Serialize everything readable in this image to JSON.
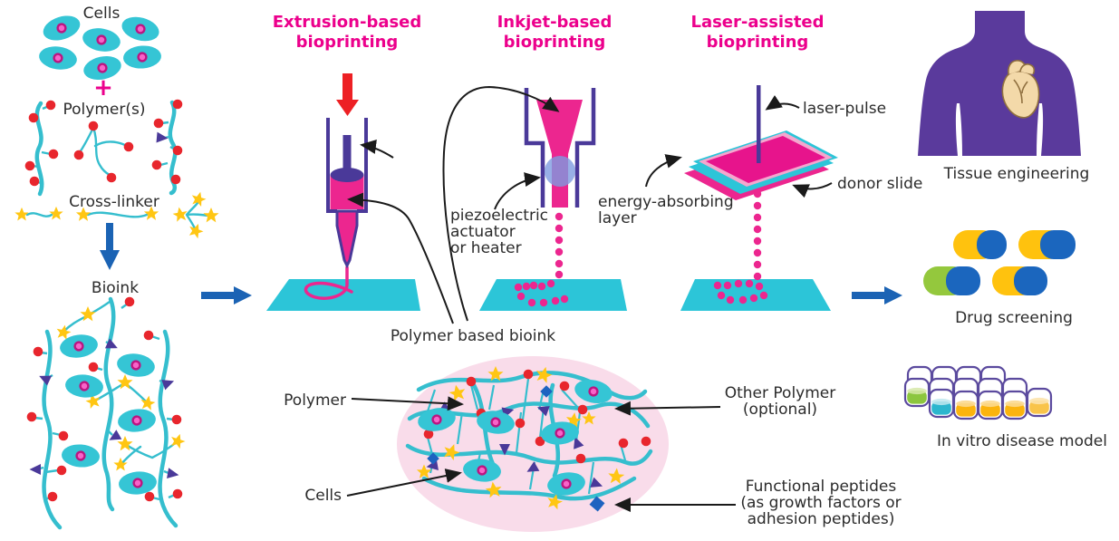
{
  "left": {
    "cells": "Cells",
    "plus": "+",
    "polymers": "Polymer(s)",
    "crosslinker": "Cross-linker",
    "bioink": "Bioink"
  },
  "methods": [
    {
      "l1": "Extrusion-based",
      "l2": "bioprinting"
    },
    {
      "l1": "Inkjet-based",
      "l2": "bioprinting"
    },
    {
      "l1": "Laser-assisted",
      "l2": "bioprinting"
    }
  ],
  "labels": {
    "polymer_based_bioink": "Polymer based bioink",
    "piezo1": "piezoelectric",
    "piezo2": "actuator",
    "piezo3": "or heater",
    "laser_pulse": "laser-pulse",
    "energy1": "energy-absorbing",
    "energy2": "layer",
    "donor_slide": "donor slide"
  },
  "applications": {
    "tissue": "Tissue engineering",
    "drug": "Drug screening",
    "invitro": "In vitro disease model"
  },
  "blob": {
    "polymer": "Polymer",
    "cells": "Cells",
    "other1": "Other Polymer",
    "other2": "(optional)",
    "func1": "Functional peptides",
    "func2": "(as growth factors or",
    "func3": "adhesion peptides)"
  },
  "colors": {
    "heading_magenta": "#EC008C",
    "ink_magenta": "#EC268F",
    "cyan": "#2CC5D8",
    "device_purple": "#4A3999",
    "torso_purple": "#5A3A9C",
    "red_dot": "#E8262D",
    "star_yellow": "#FFC613",
    "arrow_blue": "#1B63B4",
    "arrow_red": "#ED2024",
    "capsule_blue": "#1B66BE",
    "capsule_green": "#94C83D",
    "capsule_yellow": "#FFC20E",
    "blob_pink": "#F9DCEA",
    "diamond_blue": "#1E63C0",
    "heart_tan": "#F3D9A9"
  }
}
